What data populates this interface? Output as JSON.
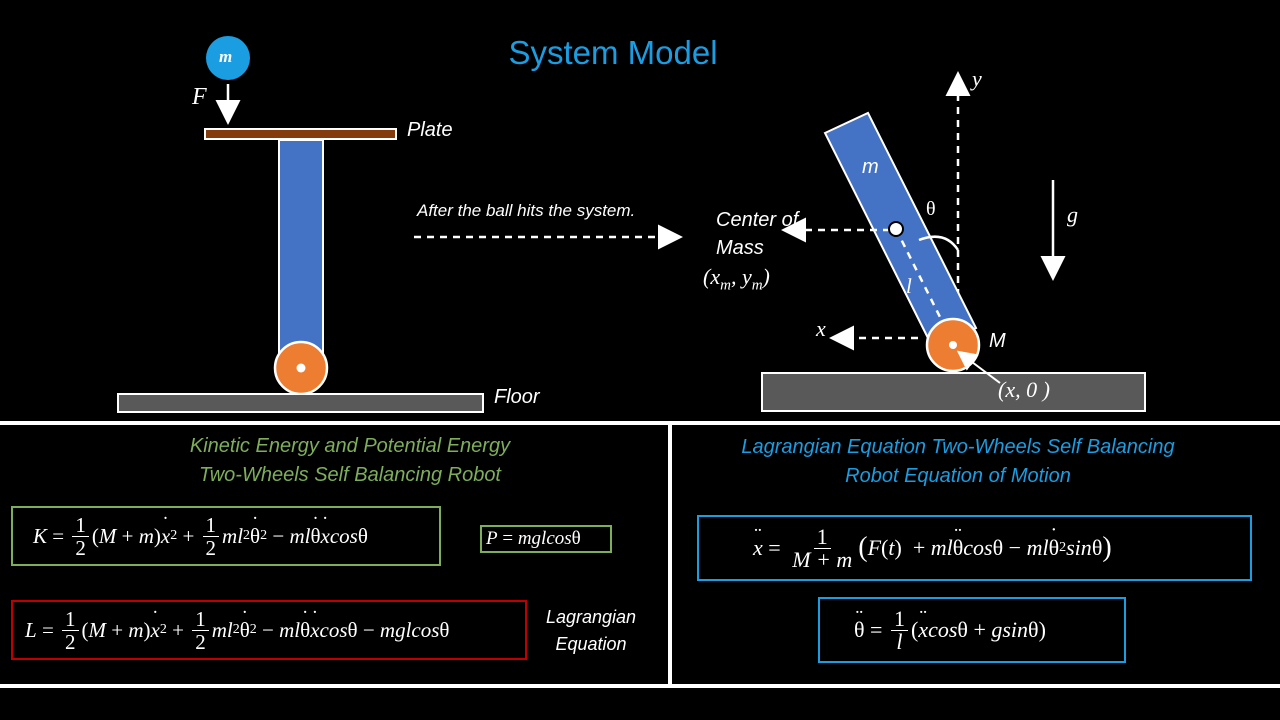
{
  "title": "System Model",
  "left_diagram": {
    "ball_label": "m",
    "force_label": "F",
    "plate_label": "Plate",
    "floor_label": "Floor"
  },
  "transition_label": "After the ball hits the system.",
  "right_diagram": {
    "axis_y": "y",
    "axis_x": "x",
    "gravity": "g",
    "rod_mass": "m",
    "theta": "θ",
    "length": "l",
    "com_line1": "Center of",
    "com_line2": "Mass",
    "com_coords": "(x_m, y_m)",
    "wheel_mass": "M",
    "wheel_coords": "(x, 0 )"
  },
  "energy_section": {
    "title_line1": "Kinetic Energy and Potential Energy",
    "title_line2": "Two-Wheels Self Balancing Robot",
    "kinetic_eq": "K = 1/2 (M+m)ẋ² + 1/2 ml²θ̇² − mlθ̇ẋcosθ",
    "potential_eq": "P = mglcosθ",
    "lagrangian_eq": "L = 1/2 (M+m)ẋ² + 1/2 ml²θ̇² − mlθ̇ẋcosθ − mglcosθ",
    "lagrangian_label_line1": "Lagrangian",
    "lagrangian_label_line2": "Equation"
  },
  "motion_section": {
    "title_line1": "Lagrangian Equation Two-Wheels Self Balancing",
    "title_line2": "Robot Equation of Motion",
    "eq_x": "ẍ = 1/(M+m) (F(t) + mlθ̈cosθ − mlθ̇²sinθ)",
    "eq_theta": "θ̈ = 1/l (ẍcosθ + gsinθ)"
  },
  "colors": {
    "title_blue": "#1b9de2",
    "rod_blue": "#4472c4",
    "wheel_orange": "#ed7d31",
    "plate_brown": "#843c0c",
    "floor_gray": "#595959",
    "energy_green": "#7fae5a",
    "lagrangian_red": "#c00000"
  }
}
